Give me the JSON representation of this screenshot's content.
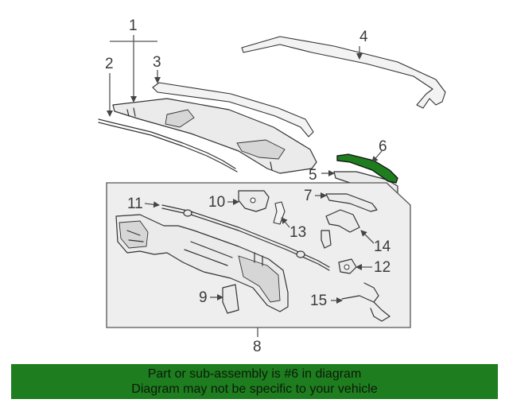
{
  "callouts": {
    "c1": "1",
    "c2": "2",
    "c3": "3",
    "c4": "4",
    "c5": "5",
    "c6": "6",
    "c7": "7",
    "c8": "8",
    "c9": "9",
    "c10": "10",
    "c11": "11",
    "c12": "12",
    "c13": "13",
    "c14": "14",
    "c15": "15"
  },
  "highlight": {
    "part": "6",
    "color": "#1e7d1e"
  },
  "banner": {
    "line1": "Part or sub-assembly is #6 in diagram",
    "line2": "Diagram may not be specific to your vehicle",
    "background": "#1e7d1e"
  }
}
